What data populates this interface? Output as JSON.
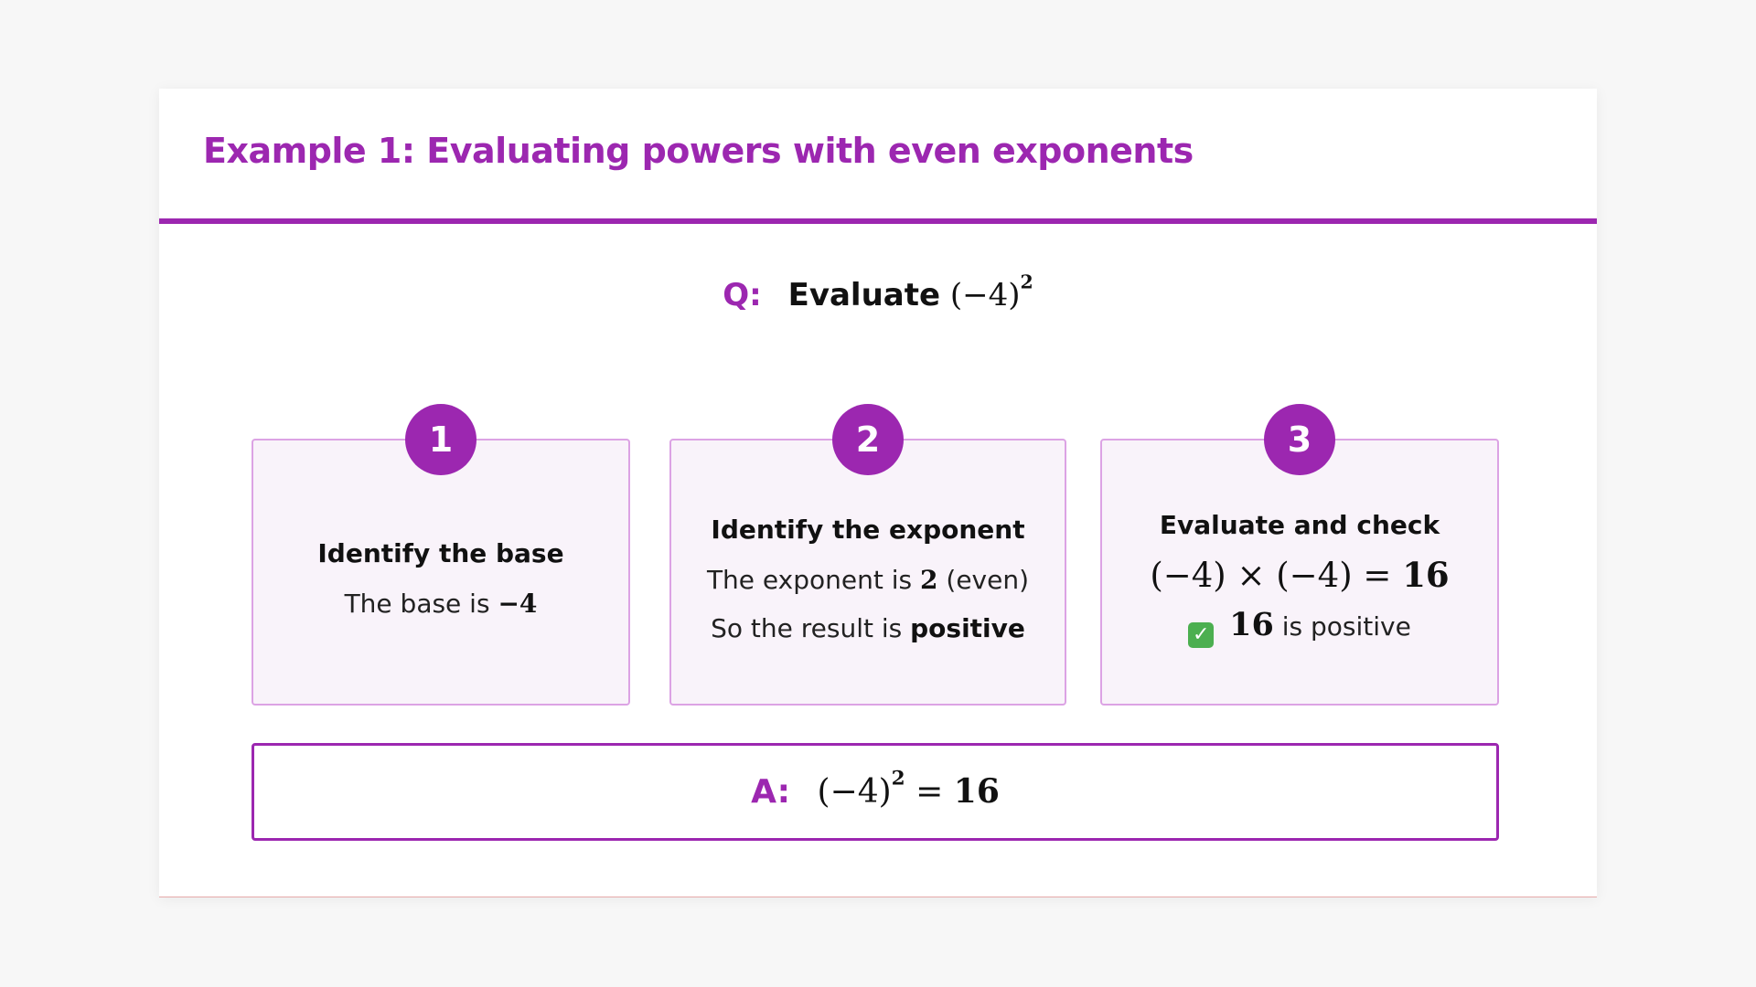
{
  "title": "Example 1: Evaluating powers with even exponents",
  "question": {
    "label": "Q:",
    "word": "Evaluate",
    "expr_base": "(−4)",
    "expr_exponent": "2"
  },
  "steps": [
    {
      "number": "1",
      "title": "Identify the base",
      "line1_text": "The base is",
      "line1_math": "−4"
    },
    {
      "number": "2",
      "title": "Identify the exponent",
      "line1_text": "The exponent is",
      "line1_math": "2",
      "line1_suffix": "(even)",
      "line2_text": "So the result is",
      "line2_bold": "positive"
    },
    {
      "number": "3",
      "title": "Evaluate and check",
      "equation": "(−4) × (−4) = ",
      "equation_result": "16",
      "check_math": "16",
      "check_text": "is positive"
    }
  ],
  "answer": {
    "label": "A:",
    "expr_base": "(−4)",
    "expr_exponent": "2",
    "expr_rest": " = ",
    "expr_result": "16"
  },
  "colors": {
    "accent": "#9c27b0",
    "card_bg": "#f9f3fa",
    "card_border": "#dca3e4",
    "check": "#4caf50"
  },
  "icons": {
    "check": "check-mark-icon"
  }
}
